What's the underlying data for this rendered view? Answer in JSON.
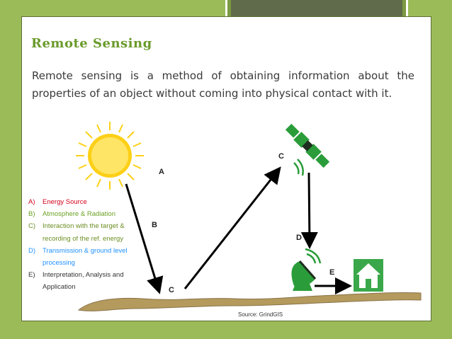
{
  "slide": {
    "title": "Remote Sensing",
    "intro": "Remote sensing is a method of obtaining information about the properties of an object without coming into physical contact with it."
  },
  "diagram": {
    "labels": {
      "a": "A",
      "b": "B",
      "c1": "C",
      "c2": "C",
      "d": "D",
      "e": "E"
    },
    "legend": [
      {
        "letter": "A)",
        "text": "Energy Source",
        "color": "#d0021b"
      },
      {
        "letter": "B)",
        "text": "Atmosphere & Radiation",
        "color": "#6aa121"
      },
      {
        "letter": "C)",
        "text": "Interaction with the target & recording of the ref. energy",
        "color": "#6b8e23"
      },
      {
        "letter": "D)",
        "text": "Transmission & ground level processing",
        "color": "#1e90ff"
      },
      {
        "letter": "E)",
        "text": "Interpretation, Analysis and Application",
        "color": "#333333"
      }
    ],
    "source": "Source: GrindGIS"
  },
  "colors": {
    "background": "#9bbb59",
    "title": "#6a9a2b",
    "sun": "#fdd017",
    "ground": "#b49a5c",
    "antenna": "#2a9d3a",
    "house": "#3aa84a"
  },
  "icons": [
    "sun-icon",
    "satellite-icon",
    "dish-antenna-icon",
    "house-icon"
  ]
}
